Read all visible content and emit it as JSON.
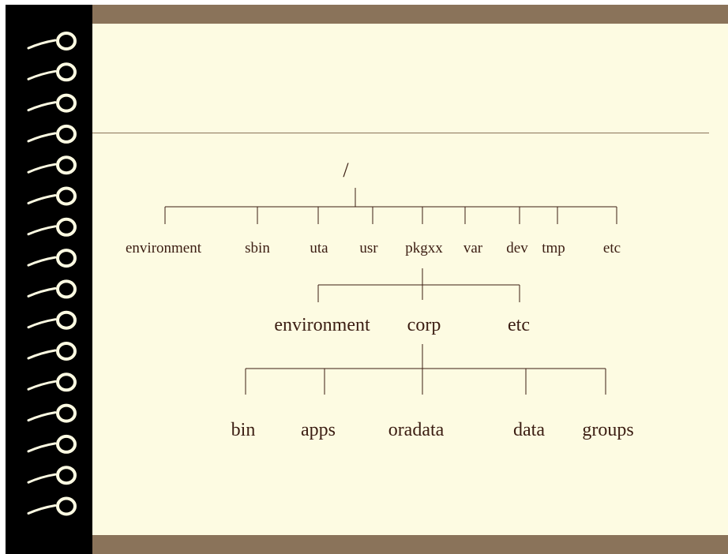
{
  "colors": {
    "frame": "#8a735a",
    "paper": "#fdfbe2",
    "binding": "#000000",
    "ring": "#fdfbe2",
    "text": "#3b1d12",
    "connector": "#3b1d12"
  },
  "binding_rings": 16,
  "tree": {
    "root": "/",
    "level1": [
      "environment",
      "sbin",
      "uta",
      "usr",
      "pkgxx",
      "var",
      "dev",
      "tmp",
      "etc"
    ],
    "level2": [
      "environment",
      "corp",
      "etc"
    ],
    "level3": [
      "bin",
      "apps",
      "oradata",
      "data",
      "groups"
    ]
  }
}
